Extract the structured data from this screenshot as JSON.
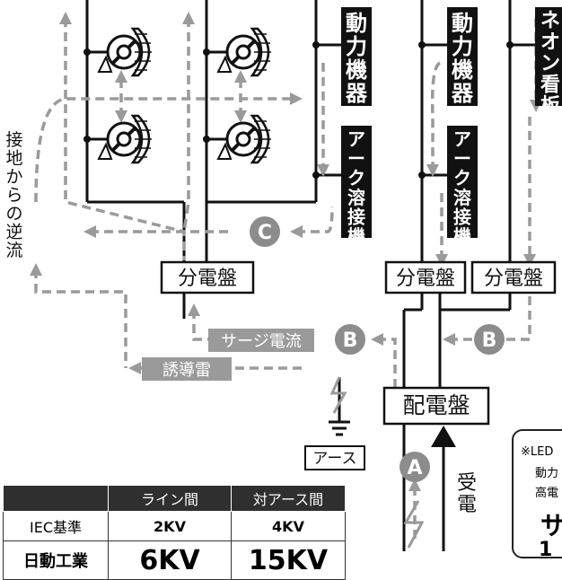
{
  "labels": {
    "reverse_ground": "接地からの逆流",
    "power_equipment": "動力機器",
    "arc_welder": "アーク溶接機",
    "neon_sign": "ネオン看板",
    "sub_panel": "分電盤",
    "main_panel": "配電盤",
    "surge_current": "サージ電流",
    "induced_lightning": "誘導雷",
    "earth": "アース",
    "power_receiving": "受電"
  },
  "markers": {
    "a": "A",
    "b": "B",
    "c": "C"
  },
  "table": {
    "headers": [
      "",
      "ライン間",
      "対アース間"
    ],
    "rows": [
      [
        "IEC基準",
        "2KV",
        "4KV"
      ],
      [
        "日動工業",
        "6KV",
        "15KV"
      ]
    ]
  },
  "note": {
    "line1": "※LED",
    "line2": "動力",
    "line3": "高電",
    "line4": "サ",
    "line5": "1"
  },
  "colors": {
    "wire": "#111111",
    "surge_path": "#9a9a9a",
    "marker": "#8c8c8c",
    "label_box": "#111111"
  }
}
